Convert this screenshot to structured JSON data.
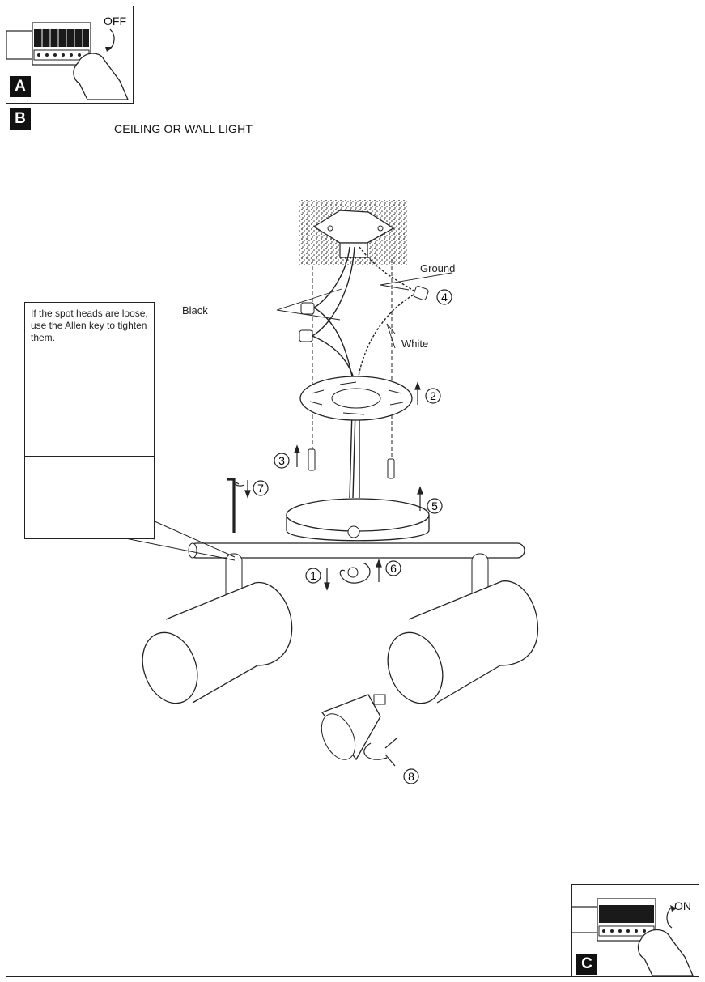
{
  "panels": {
    "a": {
      "letter": "A",
      "switch_label": "OFF"
    },
    "b": {
      "letter": "B",
      "title": "CEILING OR WALL LIGHT"
    },
    "c": {
      "letter": "C",
      "switch_label": "ON"
    }
  },
  "note": {
    "text": "If the spot heads are loose, use the Allen key to tighten them."
  },
  "wire_labels": {
    "black": "Black",
    "ground": "Ground",
    "white": "White"
  },
  "steps": [
    "1",
    "2",
    "3",
    "4",
    "5",
    "6",
    "7",
    "8"
  ],
  "icons": [
    "circuit-breaker-icon",
    "hand-icon",
    "allen-key-icon",
    "screw-icon",
    "wire-connector-icon",
    "gu10-bulb-icon",
    "rotate-arrow-icon"
  ]
}
